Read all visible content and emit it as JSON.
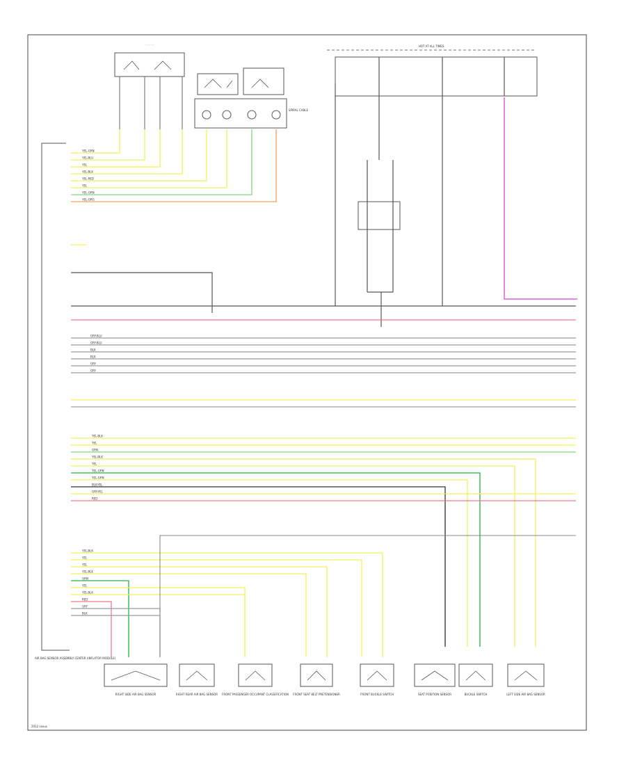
{
  "colors": {
    "yellow": "#f2f25a",
    "lightgreen": "#7dd87d",
    "green": "#22b33a",
    "orange": "#f5a05a",
    "pink": "#f07a8a",
    "magenta": "#d860e0",
    "gray": "#9a9a9a",
    "black": "#303030"
  },
  "labels": {
    "airbag_module": "AIR BAG SENSOR ASSEMBLY CENTER (INFLATOR MODULE)",
    "fuse_box": "HOT AT ALL TIMES",
    "steering": "SPIRAL CABLE",
    "footer": "2012 Lexus"
  },
  "wires": {
    "top_left": [
      {
        "name": "YEL-GRN",
        "color": "yellow"
      },
      {
        "name": "YEL-BLU",
        "color": "yellow"
      },
      {
        "name": "YEL",
        "color": "yellow"
      },
      {
        "name": "YEL-BLK",
        "color": "yellow"
      },
      {
        "name": "YEL-RED",
        "color": "yellow"
      },
      {
        "name": "YEL",
        "color": "yellow"
      },
      {
        "name": "YEL-GRN",
        "color": "lightgreen"
      },
      {
        "name": "YEL-ORG",
        "color": "orange"
      }
    ],
    "mid": [
      {
        "name": "GRY-BLU",
        "color": "gray"
      },
      {
        "name": "GRY-BLU",
        "color": "gray"
      },
      {
        "name": "BLK",
        "color": "gray"
      },
      {
        "name": "BLK",
        "color": "gray"
      },
      {
        "name": "GRY",
        "color": "gray"
      },
      {
        "name": "GRY",
        "color": "gray"
      }
    ],
    "lower": [
      {
        "name": "YEL-BLK",
        "color": "yellow"
      },
      {
        "name": "YEL",
        "color": "yellow"
      },
      {
        "name": "GRN",
        "color": "lightgreen"
      },
      {
        "name": "YEL-BLK",
        "color": "yellow"
      },
      {
        "name": "YEL",
        "color": "yellow"
      },
      {
        "name": "YEL-GRN",
        "color": "green"
      },
      {
        "name": "YEL-GRN",
        "color": "yellow"
      },
      {
        "name": "BLK-YEL",
        "color": "black"
      },
      {
        "name": "GRY-YEL",
        "color": "yellow"
      },
      {
        "name": "RED",
        "color": "pink"
      }
    ],
    "bottom": [
      {
        "name": "YEL-BLK",
        "color": "yellow"
      },
      {
        "name": "YEL",
        "color": "yellow"
      },
      {
        "name": "YEL",
        "color": "yellow"
      },
      {
        "name": "YEL-BLK",
        "color": "yellow"
      },
      {
        "name": "GRN",
        "color": "green"
      },
      {
        "name": "YEL",
        "color": "yellow"
      },
      {
        "name": "YEL-BLK",
        "color": "yellow"
      },
      {
        "name": "RED",
        "color": "pink"
      },
      {
        "name": "GRY",
        "color": "gray"
      },
      {
        "name": "BLK",
        "color": "gray"
      }
    ]
  },
  "components": {
    "bottom": [
      "RIGHT SIDE AIR BAG SENSOR",
      "RIGHT REAR AIR BAG SENSOR",
      "FRONT PASSENGER OCCUPANT CLASSIFICATION",
      "FRONT SEAT BELT PRETENSIONER",
      "FRONT BUCKLE SWITCH",
      "SEAT POSITION SENSOR",
      "BUCKLE SWITCH",
      "LEFT SIDE AIR BAG SENSOR"
    ]
  }
}
